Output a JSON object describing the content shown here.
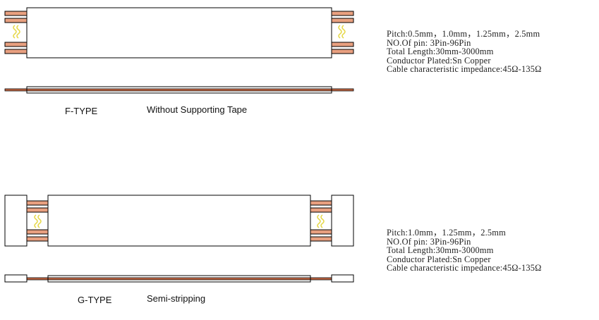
{
  "colors": {
    "conductor": "#e8a080",
    "conductor_dark": "#c86a45",
    "outline": "#000000",
    "wave": "#e6d84a"
  },
  "f_type": {
    "type_label": "F-TYPE",
    "description": "Without Supporting Tape",
    "specs": [
      "Pitch:0.5mm，1.0mm，1.25mm，2.5mm",
      "NO.Of pin: 3Pin-96Pin",
      "Total Length:30mm-3000mm",
      "Conductor Plated:Sn Copper",
      "Cable characteristic impedance:45Ω-135Ω"
    ]
  },
  "g_type": {
    "type_label": "G-TYPE",
    "description": "Semi-stripping",
    "specs": [
      "Pitch:1.0mm，1.25mm，2.5mm",
      "NO.Of pin: 3Pin-96Pin",
      "Total Length:30mm-3000mm",
      "Conductor Plated:Sn Copper",
      "Cable characteristic impedance:45Ω-135Ω"
    ]
  }
}
